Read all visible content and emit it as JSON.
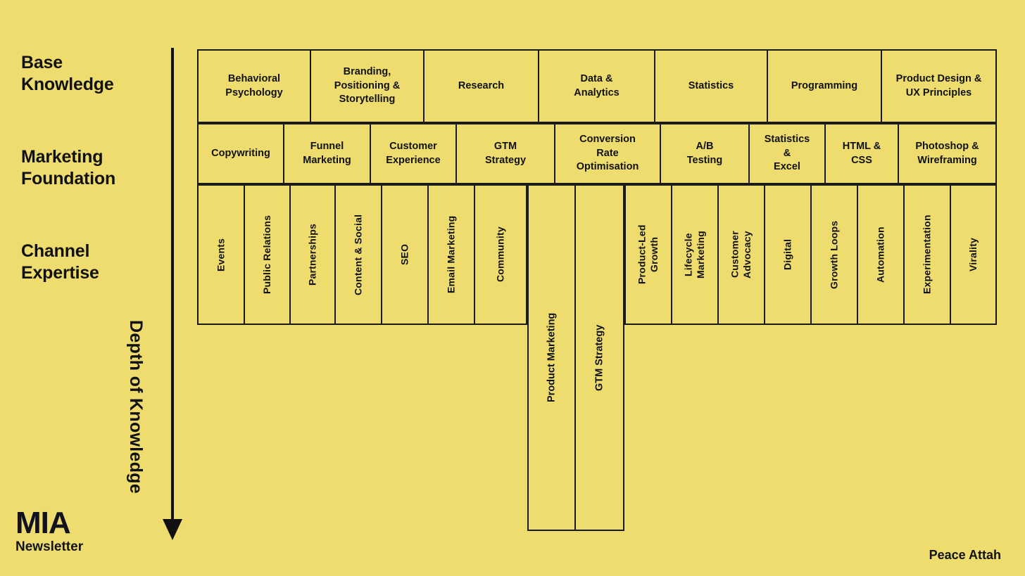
{
  "canvas": {
    "background_color": "#eedd6e",
    "ink_color": "#111111"
  },
  "tiers": [
    {
      "id": "base-knowledge",
      "label": "Base\nKnowledge"
    },
    {
      "id": "marketing-foundation",
      "label": "Marketing\nFoundation"
    },
    {
      "id": "channel-expertise",
      "label": "Channel\nExpertise"
    }
  ],
  "axis": {
    "label": "Depth of Knowledge",
    "direction": "downward",
    "arrow_icon": "arrow-down-icon"
  },
  "chart_data": {
    "type": "table",
    "title": "Depth of Knowledge",
    "rows": [
      {
        "tier": "Base Knowledge",
        "cells": [
          "Behavioral\nPsychology",
          "Branding,\nPositioning &\nStorytelling",
          "Research",
          "Data &\nAnalytics",
          "Statistics",
          "Programming",
          "Product Design &\nUX Principles"
        ]
      },
      {
        "tier": "Marketing Foundation",
        "cells": [
          "Copywriting",
          "Funnel\nMarketing",
          "Customer\nExperience",
          "GTM\nStrategy",
          "Conversion\nRate\nOptimisation",
          "A/B\nTesting",
          "Statistics\n&\nExcel",
          "HTML &\nCSS",
          "Photoshop &\nWireframing"
        ]
      },
      {
        "tier": "Channel Expertise",
        "cells": [
          "",
          "Events",
          "Public Relations",
          "Partnerships",
          "Content & Social",
          "SEO",
          "Email Marketing",
          "Community",
          "Product Marketing",
          "GTM Strategy",
          "Product-Led\nGrowth",
          "Lifecycle\nMarketing",
          "Customer\nAdvocacy",
          "Digital",
          "Growth Loops",
          "Automation",
          "Experimentation",
          "Virality"
        ]
      }
    ],
    "extended_columns": [
      {
        "label": "Product Marketing",
        "note": "spans full depth"
      },
      {
        "label": "GTM Strategy",
        "note": "spans full depth"
      }
    ]
  },
  "row1": {
    "c0": "Behavioral\nPsychology",
    "c1": "Branding,\nPositioning &\nStorytelling",
    "c2": "Research",
    "c3": "Data &\nAnalytics",
    "c4": "Statistics",
    "c5": "Programming",
    "c6": "Product Design &\nUX Principles"
  },
  "row2": {
    "c0": "Copywriting",
    "c1": "Funnel\nMarketing",
    "c2": "Customer\nExperience",
    "c3": "GTM\nStrategy",
    "c4": "Conversion\nRate\nOptimisation",
    "c5": "A/B\nTesting",
    "c6": "Statistics\n&\nExcel",
    "c7": "HTML &\nCSS",
    "c8": "Photoshop &\nWireframing"
  },
  "row3": {
    "c0": "",
    "c1": "Events",
    "c2": "Public Relations",
    "c3": "Partnerships",
    "c4": "Content & Social",
    "c5": "SEO",
    "c6": "Email Marketing",
    "c7": "Community",
    "c8": "Product-Led\nGrowth",
    "c9": "Lifecycle\nMarketing",
    "c10": "Customer\nAdvocacy",
    "c11": "Digital",
    "c12": "Growth Loops",
    "c13": "Automation",
    "c14": "Experimentation",
    "c15": "Virality"
  },
  "tall_columns": {
    "product_marketing": "Product Marketing",
    "gtm_strategy": "GTM Strategy"
  },
  "branding": {
    "name": "MIA",
    "subtitle": "Newsletter"
  },
  "author": "Peace Attah"
}
